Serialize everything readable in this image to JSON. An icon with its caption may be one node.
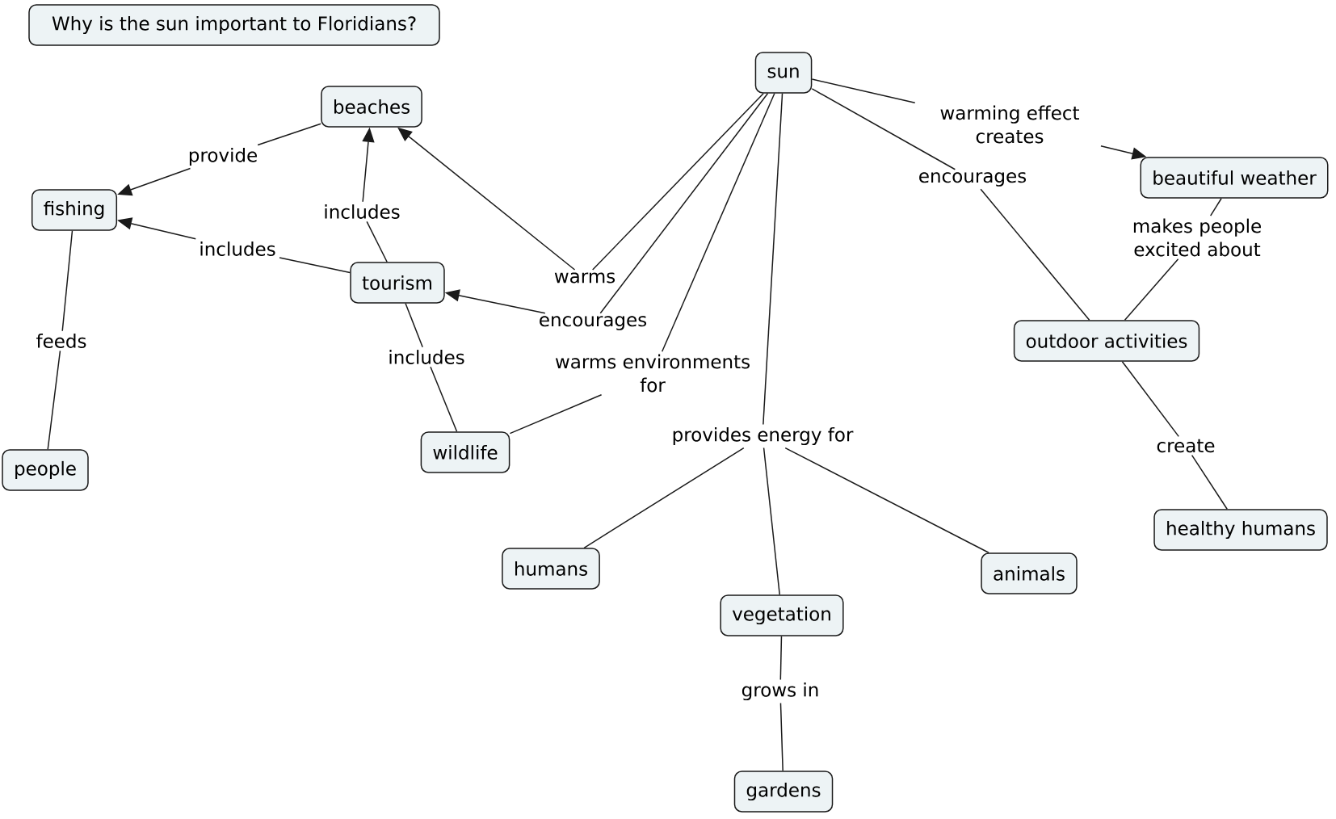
{
  "diagram": {
    "title": "Why is the sun important to Floridians?",
    "nodes": [
      {
        "text": [
          "sun"
        ]
      },
      {
        "text": [
          "beaches"
        ]
      },
      {
        "text": [
          "warming effect creates"
        ]
      },
      {
        "text": [
          "provide"
        ]
      },
      {
        "text": [
          "beautiful weather"
        ]
      },
      {
        "text": [
          "encourages"
        ]
      },
      {
        "text": [
          "fishing"
        ]
      },
      {
        "text": [
          "includes"
        ]
      },
      {
        "text": [
          "makes people excited about"
        ]
      },
      {
        "text": [
          "includes"
        ]
      },
      {
        "text": [
          "warms"
        ]
      },
      {
        "text": [
          "tourism"
        ]
      },
      {
        "text": [
          "encourages"
        ]
      },
      {
        "text": [
          "outdoor activities"
        ]
      },
      {
        "text": [
          "feeds"
        ]
      },
      {
        "text": [
          "includes"
        ]
      },
      {
        "text": [
          "warms environments for"
        ]
      },
      {
        "text": [
          "provides energy for"
        ]
      },
      {
        "text": [
          "create"
        ]
      },
      {
        "text": [
          "wildlife"
        ]
      },
      {
        "text": [
          "people"
        ]
      },
      {
        "text": [
          "healthy humans"
        ]
      },
      {
        "text": [
          "humans"
        ]
      },
      {
        "text": [
          "animals"
        ]
      },
      {
        "text": [
          "vegetation"
        ]
      },
      {
        "text": [
          "grows in"
        ]
      },
      {
        "text": [
          "gardens"
        ]
      }
    ],
    "edges": [
      {
        "from": 1,
        "to": 3,
        "arrow": "none"
      },
      {
        "from": 3,
        "to": 6,
        "arrow": "to"
      },
      {
        "from": 11,
        "to": 7,
        "arrow": "none"
      },
      {
        "from": 7,
        "to": 1,
        "arrow": "to"
      },
      {
        "from": 11,
        "to": 9,
        "arrow": "none"
      },
      {
        "from": 9,
        "to": 6,
        "arrow": "to"
      },
      {
        "from": 6,
        "to": 14,
        "arrow": "none"
      },
      {
        "from": 14,
        "to": 20,
        "arrow": "none"
      },
      {
        "from": 11,
        "to": 15,
        "arrow": "none"
      },
      {
        "from": 15,
        "to": 19,
        "arrow": "none"
      },
      {
        "from": 0,
        "to": 10,
        "arrow": "none"
      },
      {
        "from": 10,
        "to": 1,
        "arrow": "to"
      },
      {
        "from": 0,
        "to": 12,
        "arrow": "none"
      },
      {
        "from": 12,
        "to": 11,
        "arrow": "to"
      },
      {
        "from": 0,
        "to": 16,
        "arrow": "none"
      },
      {
        "from": 16,
        "to": 19,
        "arrow": "none"
      },
      {
        "from": 0,
        "to": 17,
        "arrow": "none"
      },
      {
        "from": 17,
        "to": 22,
        "arrow": "none"
      },
      {
        "from": 17,
        "to": 24,
        "arrow": "none"
      },
      {
        "from": 17,
        "to": 23,
        "arrow": "none"
      },
      {
        "from": 0,
        "to": 2,
        "arrow": "none"
      },
      {
        "from": 2,
        "to": 4,
        "arrow": "to"
      },
      {
        "from": 0,
        "to": 5,
        "arrow": "none"
      },
      {
        "from": 5,
        "to": 13,
        "arrow": "none"
      },
      {
        "from": 4,
        "to": 8,
        "arrow": "none"
      },
      {
        "from": 8,
        "to": 13,
        "arrow": "none"
      },
      {
        "from": 13,
        "to": 18,
        "arrow": "none"
      },
      {
        "from": 18,
        "to": 21,
        "arrow": "none"
      },
      {
        "from": 24,
        "to": 25,
        "arrow": "none"
      },
      {
        "from": 25,
        "to": 26,
        "arrow": "none"
      }
    ]
  }
}
